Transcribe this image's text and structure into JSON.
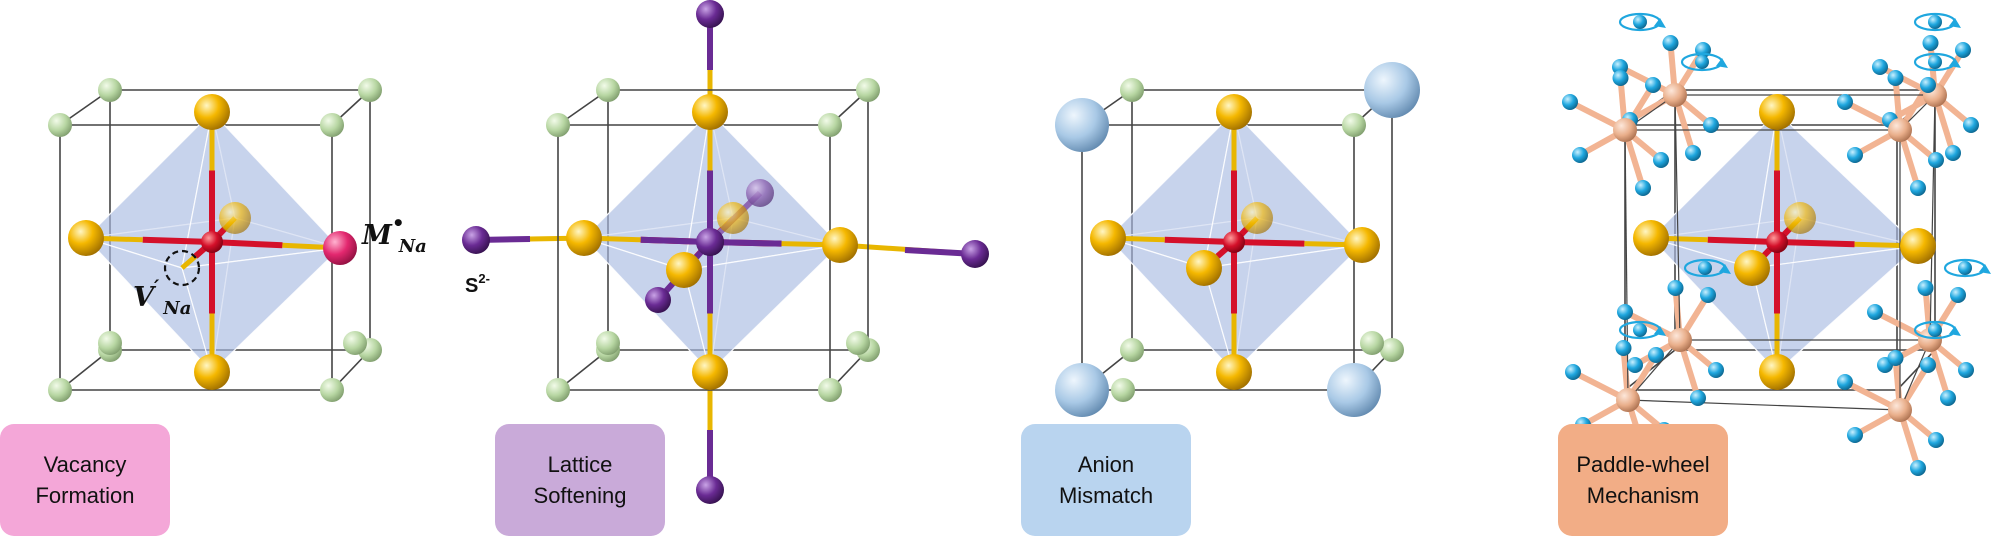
{
  "panels": [
    {
      "label": "Vacancy\nFormation",
      "color": "#f4a7d8"
    },
    {
      "label": "Lattice\nSoftening",
      "color": "#c9aad9"
    },
    {
      "label": "Anion\nMismatch",
      "color": "#b9d4ef"
    },
    {
      "label": "Paddle-wheel\nMechanism",
      "color": "#f2ad86"
    }
  ],
  "annotations": {
    "substitution_main": "M",
    "substitution_sup": "•",
    "substitution_sub": "Na",
    "vacancy_main": "V",
    "vacancy_sup": "′",
    "vacancy_sub": "Na",
    "sulfide_main": "S",
    "sulfide_sup": "2-"
  },
  "colors": {
    "yellow_atom": "#f2b300",
    "red_atom": "#d4102a",
    "green_atom": "#b7d6a2",
    "pink_atom": "#e3286f",
    "purple_atom": "#6a2b94",
    "anion_sphere": "#a9c9e6",
    "cyan_atom": "#1fa7df",
    "peach_atom": "#e9ae8a",
    "octahedron": "#a9bbe2"
  }
}
